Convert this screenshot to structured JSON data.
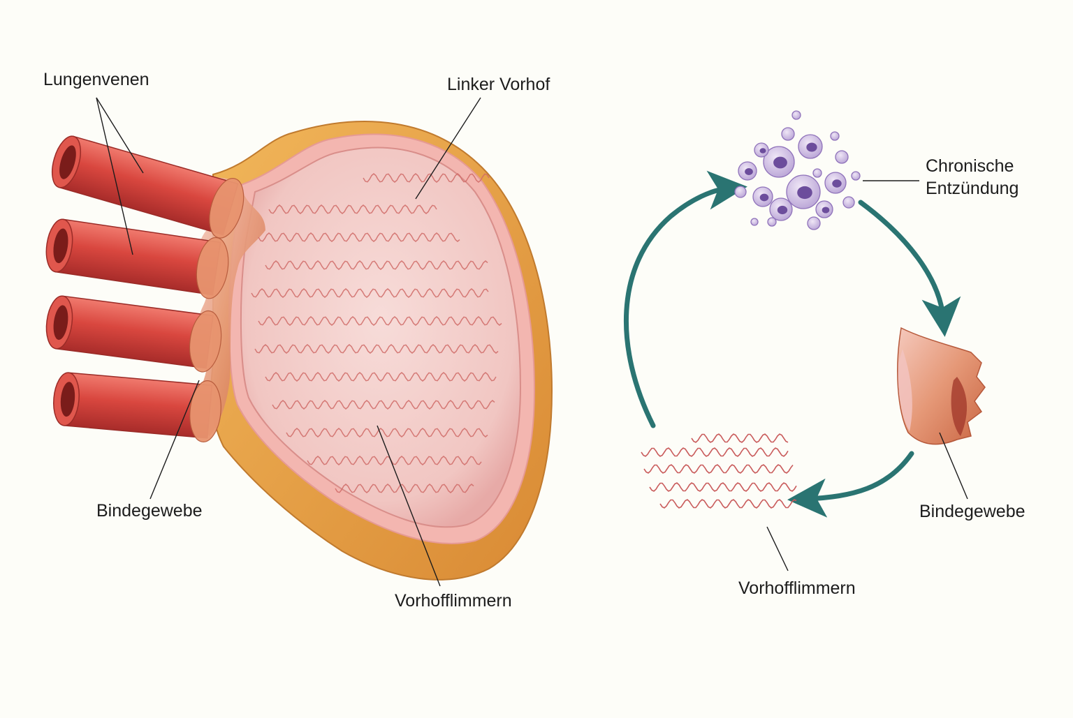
{
  "diagram": {
    "left_panel": {
      "labels": {
        "pulmonary_veins": "Lungenvenen",
        "left_atrium": "Linker Vorhof",
        "connective_tissue": "Bindegewebe",
        "atrial_fibrillation": "Vorhofflimmern"
      },
      "vein_count": 4
    },
    "right_panel": {
      "labels": {
        "chronic_inflammation": "Chronische\nEntzündung",
        "connective_tissue": "Bindegewebe",
        "atrial_fibrillation": "Vorhofflimmern"
      },
      "cycle_order": [
        "chronic_inflammation",
        "connective_tissue",
        "atrial_fibrillation"
      ]
    },
    "colors": {
      "background": "#fdfdf8",
      "vein": "#d9473f",
      "atrium_wall": "#e8a24a",
      "atrium_inner": "#f3c9c6",
      "fibrosis": "#e08a66",
      "fibrillation_wave": "#c95b5b",
      "inflammation_cells": "#9b80c2",
      "arrow": "#2a7472"
    }
  }
}
